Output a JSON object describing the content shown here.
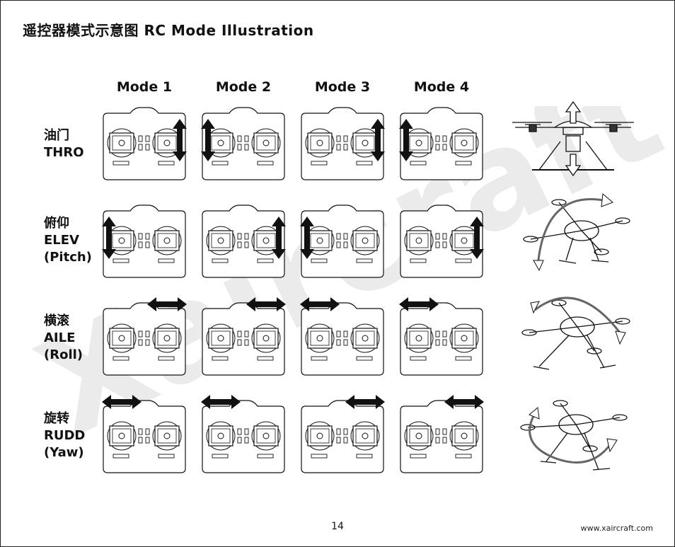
{
  "title": "遥控器模式示意图  RC Mode Illustration",
  "modes": [
    "Mode 1",
    "Mode 2",
    "Mode 3",
    "Mode 4"
  ],
  "rows": [
    {
      "cn": "油门",
      "en": "THRO",
      "sub": ""
    },
    {
      "cn": "俯仰",
      "en": "ELEV",
      "sub": "(Pitch)"
    },
    {
      "cn": "横滚",
      "en": "AILE",
      "sub": "(Roll)"
    },
    {
      "cn": "旋转",
      "en": "RUDD",
      "sub": "(Yaw)"
    }
  ],
  "stick_map": [
    [
      {
        "stick": "right",
        "axis": "vertical"
      },
      {
        "stick": "left",
        "axis": "vertical"
      },
      {
        "stick": "right",
        "axis": "vertical"
      },
      {
        "stick": "left",
        "axis": "vertical"
      }
    ],
    [
      {
        "stick": "left",
        "axis": "vertical"
      },
      {
        "stick": "right",
        "axis": "vertical"
      },
      {
        "stick": "left",
        "axis": "vertical"
      },
      {
        "stick": "right",
        "axis": "vertical"
      }
    ],
    [
      {
        "stick": "right",
        "axis": "horizontal"
      },
      {
        "stick": "right",
        "axis": "horizontal"
      },
      {
        "stick": "left",
        "axis": "horizontal"
      },
      {
        "stick": "left",
        "axis": "horizontal"
      }
    ],
    [
      {
        "stick": "left",
        "axis": "horizontal"
      },
      {
        "stick": "left",
        "axis": "horizontal"
      },
      {
        "stick": "right",
        "axis": "horizontal"
      },
      {
        "stick": "right",
        "axis": "horizontal"
      }
    ]
  ],
  "watermark": "Xaircraft",
  "page_number": "14",
  "website": "www.xaircraft.com",
  "icons": [
    "transmitter-icon",
    "stick-arrow-icon",
    "drone-throttle-icon",
    "drone-pitch-icon",
    "drone-roll-icon",
    "drone-yaw-icon"
  ],
  "colors": {
    "ink": "#111111",
    "watermark": "#ebebeb",
    "arrow": "#111111"
  }
}
